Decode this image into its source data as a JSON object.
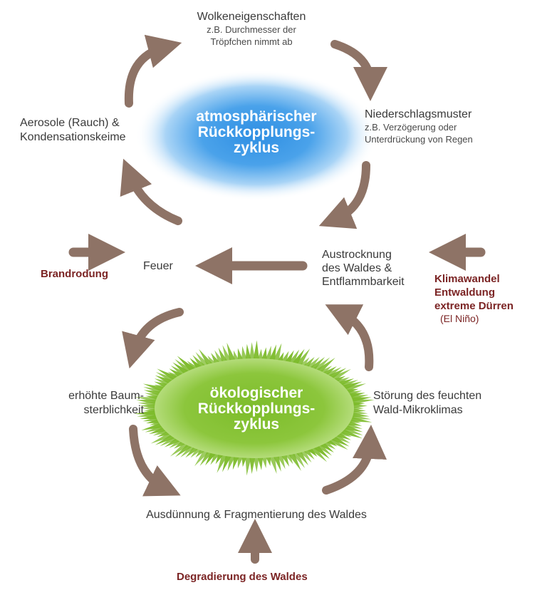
{
  "colors": {
    "arrow": "#8e7366",
    "driver_text": "#7b2424",
    "atmospheric_hub": "#3d9ae6",
    "ecological_hub": "#7dbb2c"
  },
  "atmospheric_cycle": {
    "hub_lines": [
      "atmosphärischer",
      "Rückkopplungs-",
      "zyklus"
    ],
    "cloud_properties": {
      "title": "Wolkeneigenschaften",
      "detail_lines": [
        "z.B. Durchmesser der",
        "Tröpfchen nimmt ab"
      ]
    },
    "precipitation": {
      "title": "Niederschlagsmuster",
      "detail_lines": [
        "z.B. Verzögerung oder",
        "Unterdrückung von Regen"
      ]
    },
    "aerosols": [
      "Aerosole (Rauch) &",
      "Kondensationskeime"
    ]
  },
  "center_row": {
    "fire": "Feuer",
    "drying": [
      "Austrocknung",
      "des Waldes &",
      "Entflammbarkeit"
    ]
  },
  "ecological_cycle": {
    "hub_lines": [
      "ökologischer",
      "Rückkopplungs-",
      "zyklus"
    ],
    "mortality": [
      "erhöhte Baum-",
      "sterblichkeit"
    ],
    "microclimate": [
      "Störung des feuchten",
      "Wald-Mikroklimas"
    ],
    "thinning": "Ausdünnung & Fragmentierung des Waldes"
  },
  "drivers": {
    "slash_burn": "Brandrodung",
    "climate": [
      "Klimawandel",
      "Entwaldung",
      "extreme Dürren"
    ],
    "el_nino": "(El Niño)",
    "degradation": "Degradierung des Waldes"
  }
}
